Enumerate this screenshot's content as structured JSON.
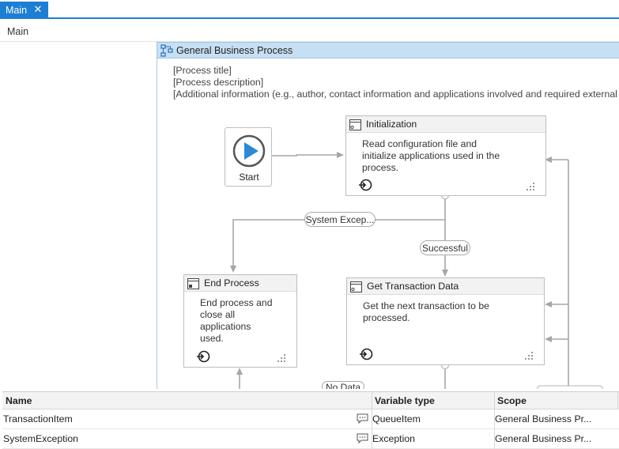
{
  "tab": {
    "title": "Main"
  },
  "breadcrumb": {
    "text": "Main"
  },
  "flowchart": {
    "title": "General Business Process",
    "annotations": [
      "[Process title]",
      "[Process description]",
      "[Additional information (e.g., author, contact information and applications involved and required external se"
    ],
    "start_label": "Start",
    "states": {
      "initialization": {
        "title": "Initialization",
        "description": "Read configuration file and initialize applications used in the process."
      },
      "end_process": {
        "title": "End Process",
        "description": "End process and close all applications used."
      },
      "get_transaction_data": {
        "title": "Get Transaction Data",
        "description": "Get the next transaction to be processed."
      }
    },
    "transitions": {
      "system_exception": "System Excep...",
      "successful": "Successful",
      "no_data": "No Data"
    }
  },
  "variables": {
    "columns": {
      "name": "Name",
      "type": "Variable type",
      "scope": "Scope"
    },
    "rows": [
      {
        "name": "TransactionItem",
        "type": "QueueItem",
        "scope": "General Business Pr..."
      },
      {
        "name": "SystemException",
        "type": "Exception",
        "scope": "General Business Pr..."
      }
    ]
  },
  "colors": {
    "accent": "#1c7fd4",
    "header_bg": "#c6dff3",
    "start_icon": "#2a8ad8"
  }
}
